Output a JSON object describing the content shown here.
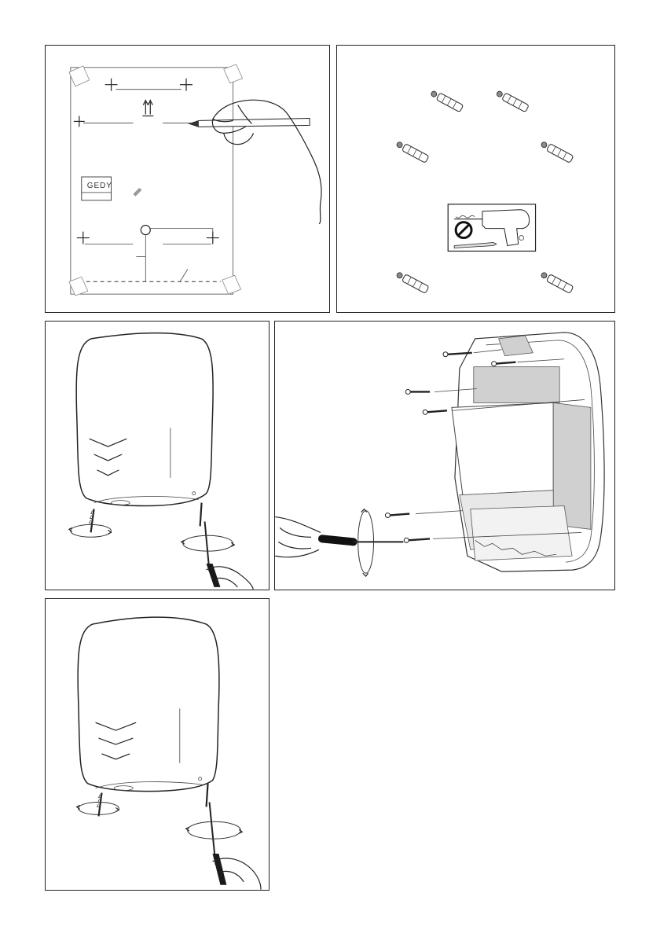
{
  "figure": {
    "panels": [
      {
        "id": "template-marking",
        "brand_text": "GEDY"
      },
      {
        "id": "wall-plugs",
        "plug_count": 6
      },
      {
        "id": "cover-screws-removal"
      },
      {
        "id": "unit-mounting",
        "screw_count": 6
      },
      {
        "id": "cover-screws-refit"
      }
    ]
  },
  "icons": {
    "no_hammer_drill": "no-hammer-drill-icon",
    "pencil": "pencil-icon",
    "screwdriver": "screwdriver-icon",
    "rotate_arrow": "rotate-arrow-icon"
  },
  "colors": {
    "stroke": "#222222",
    "plug_head": "#8a8a8a",
    "backplate": "#d0d0d0"
  }
}
